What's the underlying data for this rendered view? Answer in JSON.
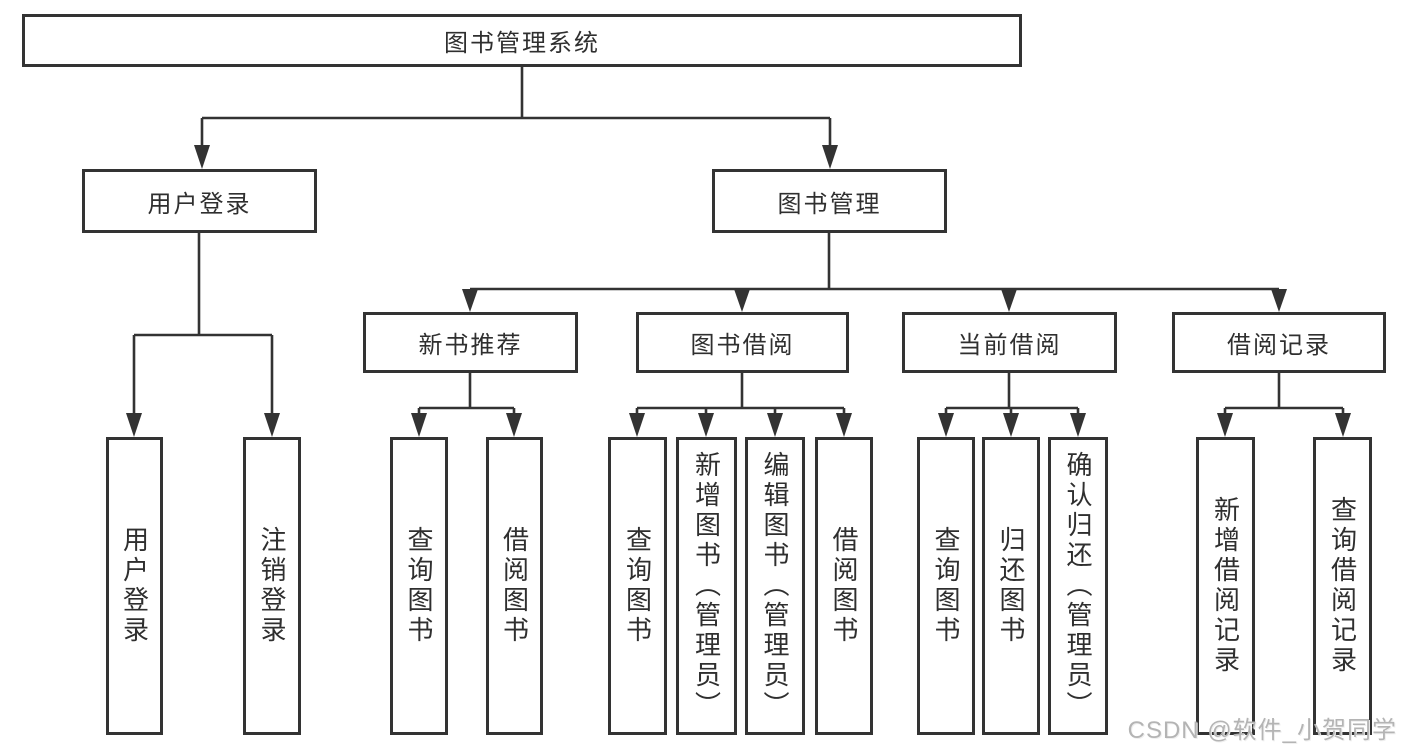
{
  "tree": {
    "root": {
      "label": "图书管理系统"
    },
    "branches": [
      {
        "label": "用户登录",
        "children": [
          {
            "label": "用户登录"
          },
          {
            "label": "注销登录"
          }
        ]
      },
      {
        "label": "图书管理",
        "sections": [
          {
            "label": "新书推荐",
            "children": [
              {
                "label": "查询图书"
              },
              {
                "label": "借阅图书"
              }
            ]
          },
          {
            "label": "图书借阅",
            "children": [
              {
                "label": "查询图书"
              },
              {
                "label": "新增图书（管理员）"
              },
              {
                "label": "编辑图书（管理员）"
              },
              {
                "label": "借阅图书"
              }
            ]
          },
          {
            "label": "当前借阅",
            "children": [
              {
                "label": "查询图书"
              },
              {
                "label": "归还图书"
              },
              {
                "label": "确认归还（管理员）"
              }
            ]
          },
          {
            "label": "借阅记录",
            "children": [
              {
                "label": "新增借阅记录"
              },
              {
                "label": "查询借阅记录"
              }
            ]
          }
        ]
      }
    ]
  },
  "watermark": {
    "text": "CSDN @软件_小贺同学"
  },
  "colors": {
    "line": "#333333",
    "text": "#2f2f2f",
    "background": "#ffffff",
    "watermark": "#b4b4b4"
  }
}
